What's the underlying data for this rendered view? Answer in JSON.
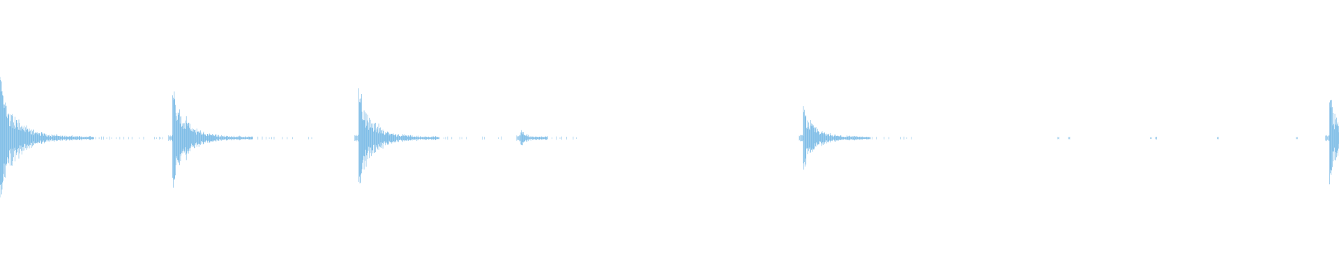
{
  "waveform": {
    "color": "#5aaae0",
    "background": "#ffffff",
    "events": [
      {
        "onset": 0.0,
        "peak": 0.95,
        "decay": 0.07,
        "tail": 0.055
      },
      {
        "onset": 0.129,
        "peak": 0.8,
        "decay": 0.06,
        "tail": 0.045
      },
      {
        "onset": 0.268,
        "peak": 0.8,
        "decay": 0.06,
        "tail": 0.048
      },
      {
        "onset": 0.389,
        "peak": 0.12,
        "decay": 0.02,
        "tail": 0.022
      },
      {
        "onset": 0.6,
        "peak": 0.48,
        "decay": 0.05,
        "tail": 0.038
      },
      {
        "onset": 0.993,
        "peak": 0.72,
        "decay": 0.04,
        "tail": 0.01
      }
    ],
    "specks": [
      0.79,
      0.798,
      0.859,
      0.863,
      0.909,
      0.968
    ]
  }
}
